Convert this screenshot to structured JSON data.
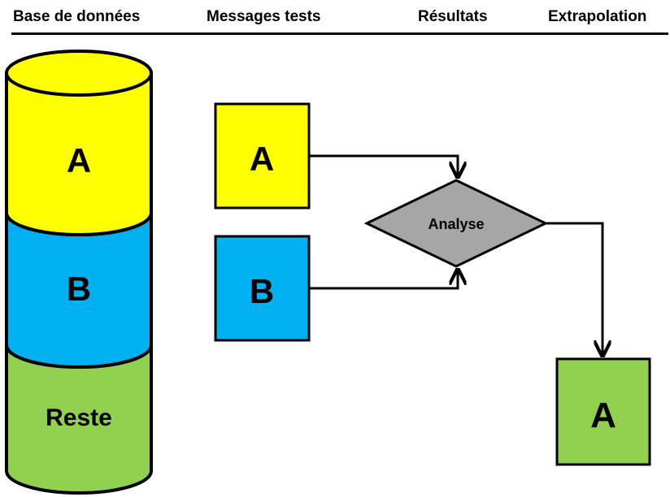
{
  "headers": {
    "database": "Base de données",
    "test_messages": "Messages tests",
    "results": "Résultats",
    "extrapolation": "Extrapolation"
  },
  "database": {
    "segment_a": "A",
    "segment_b": "B",
    "segment_rest": "Reste"
  },
  "test_messages": {
    "box_a": "A",
    "box_b": "B"
  },
  "analysis": {
    "label": "Analyse"
  },
  "extrapolation": {
    "box": "A"
  },
  "colors": {
    "yellow": "#ffff00",
    "blue": "#00b0f0",
    "green": "#92d050",
    "gray": "#a6a6a6",
    "stroke": "#000000"
  }
}
